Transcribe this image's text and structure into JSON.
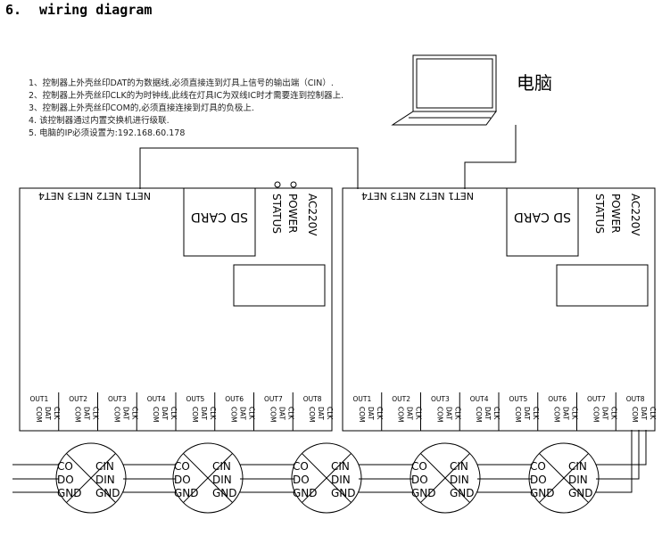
{
  "header": {
    "number": "6.",
    "title": "wiring diagram"
  },
  "notes": [
    "1、控制器上外壳丝印DAT的为数据线,必须直接连到灯具上信号的输出端（CIN）.",
    "2、控制器上外壳丝印CLK的为时钟线,此线在灯具IC为双线IC时才需要连到控制器上.",
    "3、控制器上外壳丝印COM的,必须直接连接到灯具的负极上.",
    "4.  该控制器通过内置交换机进行级联.",
    "5.  电脑的IP必须设置为:192.168.60.178"
  ],
  "computer_label": "电脑",
  "controllers": [
    {
      "net_labels": "NET1 NET2 NET3 NET4",
      "sd_label": "SD CARD",
      "power_label": "POWER",
      "status_label": "STATUS",
      "ac_label": "AC220V",
      "outputs": [
        "OUT1",
        "OUT2",
        "OUT3",
        "OUT4",
        "OUT5",
        "OUT6",
        "OUT7",
        "OUT8"
      ]
    },
    {
      "net_labels": "NET1 NET2 NET3 NET4",
      "sd_label": "SD CARD",
      "power_label": "POWER",
      "status_label": "STATUS",
      "ac_label": "AC220V",
      "outputs": [
        "OUT1",
        "OUT2",
        "OUT3",
        "OUT4",
        "OUT5",
        "OUT6",
        "OUT7",
        "OUT8"
      ]
    }
  ],
  "pin_labels": [
    "CLK",
    "DAT",
    "COM"
  ],
  "lamp_labels": {
    "left": [
      "CO",
      "DO",
      "GND"
    ],
    "right": [
      "CIN",
      "DIN",
      "GND"
    ]
  },
  "lamp_count": 5
}
